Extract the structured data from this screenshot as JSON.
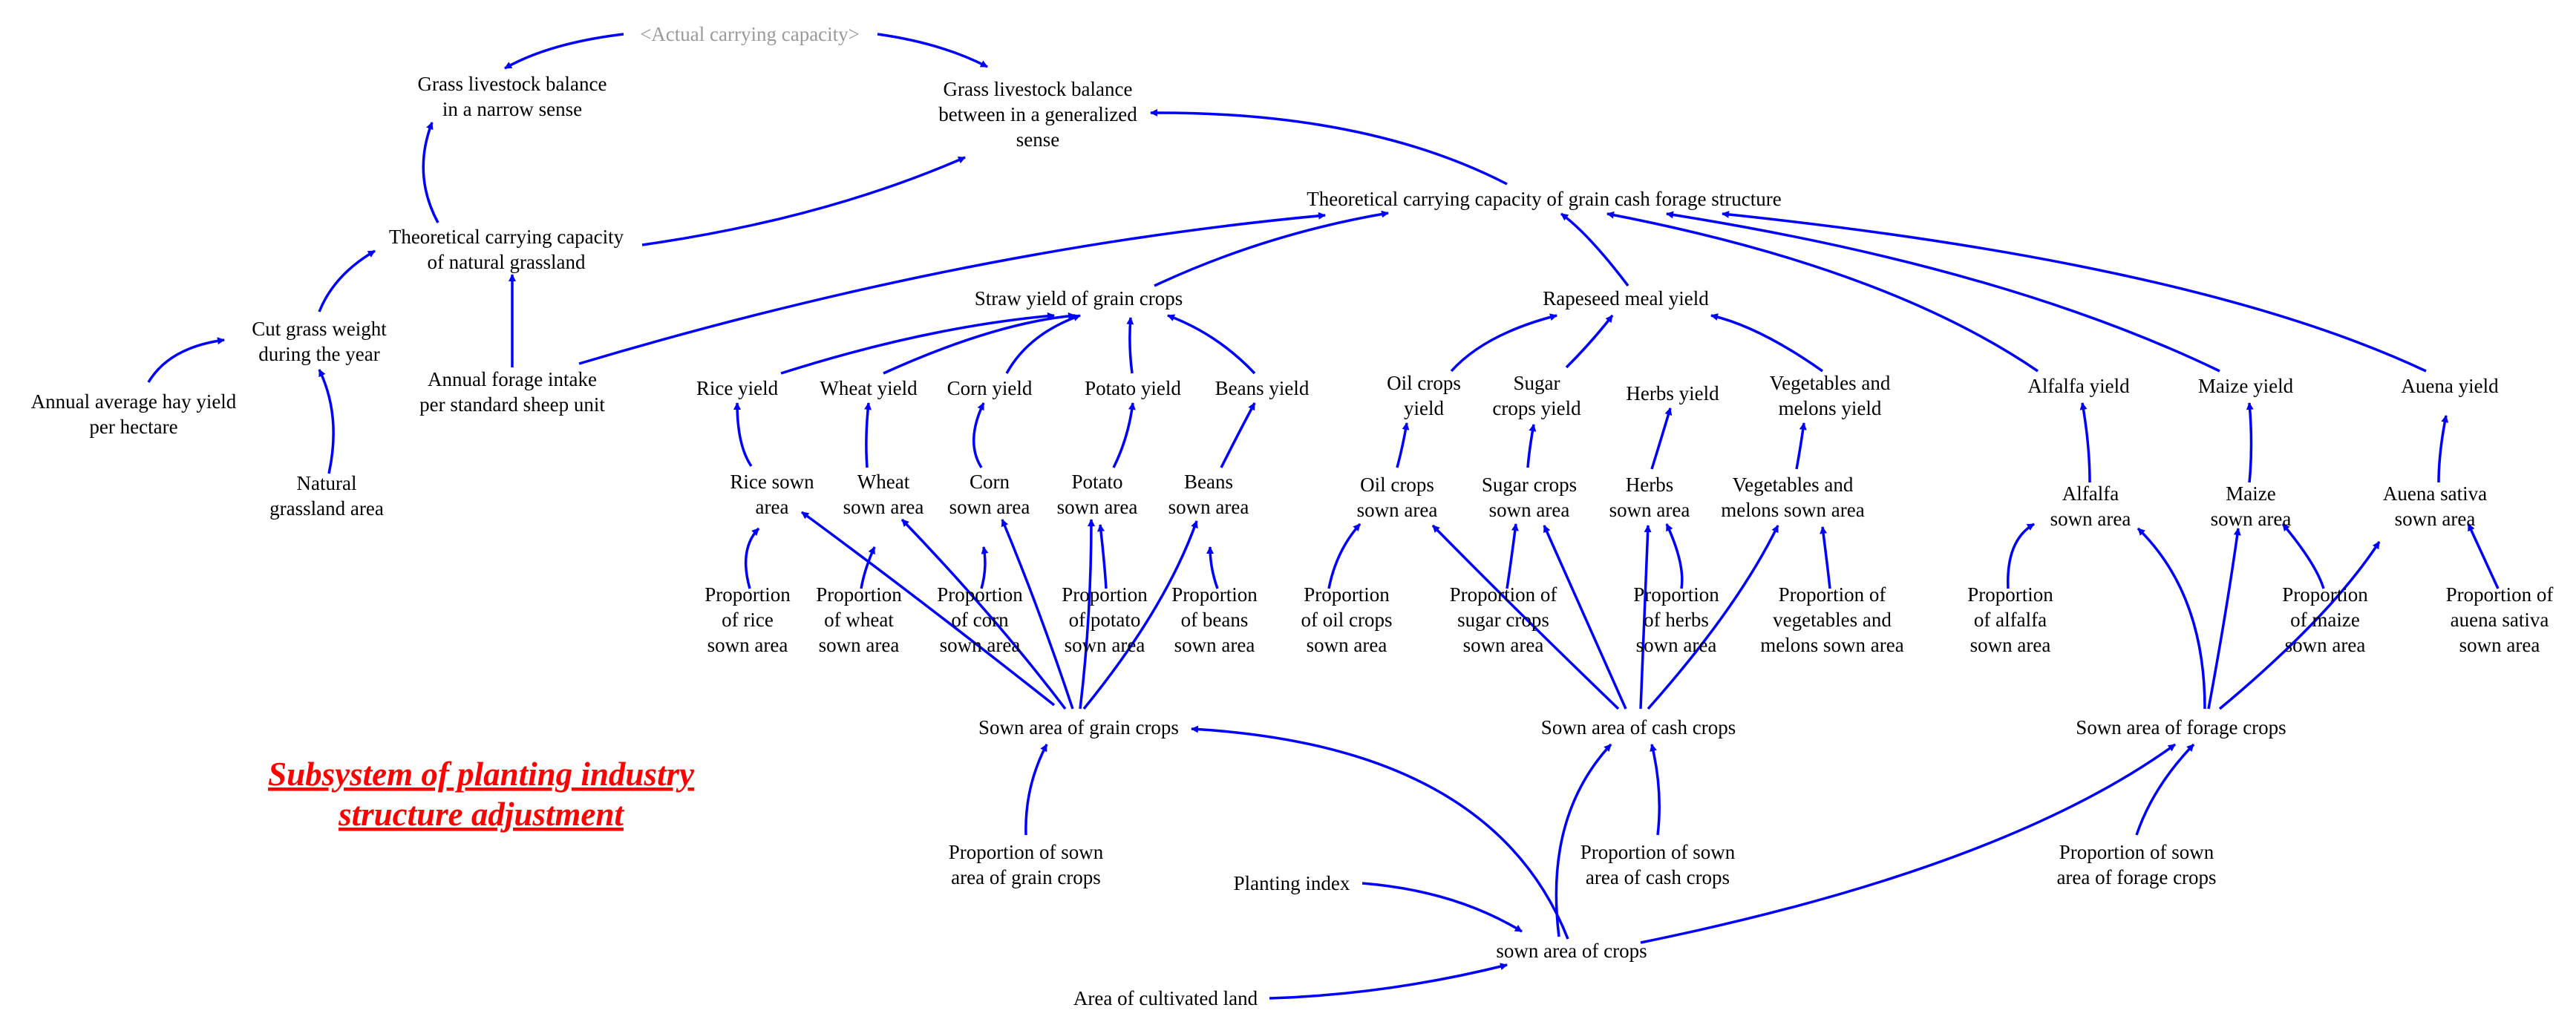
{
  "diagram_title": [
    "Subsystem of planting industry",
    "structure adjustment"
  ],
  "colors": {
    "arrow": "#0000ff",
    "title": "#ff0000",
    "text": "#000000",
    "shadow_variable": "#9a9a9a"
  },
  "nodes": {
    "actual_carrying_capacity": [
      "<Actual carrying capacity>"
    ],
    "grass_balance_narrow": [
      "Grass livestock balance",
      "in a narrow sense"
    ],
    "grass_balance_general": [
      "Grass livestock balance",
      "between in a generalized",
      "sense"
    ],
    "theoretical_capacity_natural": [
      "Theoretical carrying capacity",
      "of natural grassland"
    ],
    "theoretical_capacity_structure": [
      "Theoretical carrying capacity of grain cash forage structure"
    ],
    "cut_grass_weight": [
      "Cut grass weight",
      "during the year"
    ],
    "annual_hay_yield": [
      "Annual average hay yield",
      "per hectare"
    ],
    "natural_grassland_area": [
      "Natural",
      "grassland area"
    ],
    "annual_forage_intake": [
      "Annual forage intake",
      "per standard sheep unit"
    ],
    "straw_yield": [
      "Straw yield of grain crops"
    ],
    "rapeseed_meal_yield": [
      "Rapeseed meal yield"
    ],
    "rice_yield": [
      "Rice yield"
    ],
    "wheat_yield": [
      "Wheat yield"
    ],
    "corn_yield": [
      "Corn yield"
    ],
    "potato_yield": [
      "Potato yield"
    ],
    "beans_yield": [
      "Beans yield"
    ],
    "oil_crops_yield": [
      "Oil crops",
      "yield"
    ],
    "sugar_crops_yield": [
      "Sugar",
      "crops yield"
    ],
    "herbs_yield": [
      "Herbs yield"
    ],
    "veg_melons_yield": [
      "Vegetables and",
      "melons yield"
    ],
    "alfalfa_yield": [
      "Alfalfa yield"
    ],
    "maize_yield": [
      "Maize yield"
    ],
    "auena_yield": [
      "Auena yield"
    ],
    "rice_sown_area": [
      "Rice sown",
      "area"
    ],
    "wheat_sown_area": [
      "Wheat",
      "sown area"
    ],
    "corn_sown_area": [
      "Corn",
      "sown area"
    ],
    "potato_sown_area": [
      "Potato",
      "sown area"
    ],
    "beans_sown_area": [
      "Beans",
      "sown area"
    ],
    "oil_sown_area": [
      "Oil crops",
      "sown area"
    ],
    "sugar_sown_area": [
      "Sugar crops",
      "sown area"
    ],
    "herbs_sown_area": [
      "Herbs",
      "sown area"
    ],
    "veg_sown_area": [
      "Vegetables and",
      "melons sown area"
    ],
    "alfalfa_sown_area": [
      "Alfalfa",
      "sown area"
    ],
    "maize_sown_area": [
      "Maize",
      "sown area"
    ],
    "auena_sown_area": [
      "Auena sativa",
      "sown area"
    ],
    "prop_rice": [
      "Proportion",
      "of rice",
      "sown area"
    ],
    "prop_wheat": [
      "Proportion",
      "of wheat",
      "sown area"
    ],
    "prop_corn": [
      "Proportion",
      "of corn",
      "sown area"
    ],
    "prop_potato": [
      "Proportion",
      "of potato",
      "sown area"
    ],
    "prop_beans": [
      "Proportion",
      "of beans",
      "sown area"
    ],
    "prop_oil": [
      "Proportion",
      "of oil crops",
      "sown area"
    ],
    "prop_sugar": [
      "Proportion of",
      "sugar crops",
      "sown area"
    ],
    "prop_herbs": [
      "Proportion",
      "of herbs",
      "sown area"
    ],
    "prop_veg": [
      "Proportion of",
      "vegetables and",
      "melons sown area"
    ],
    "prop_alfalfa": [
      "Proportion",
      "of alfalfa",
      "sown area"
    ],
    "prop_maize": [
      "Proportion",
      "of maize",
      "sown area"
    ],
    "prop_auena": [
      "Proportion of",
      "auena sativa",
      "sown area"
    ],
    "sown_grain": [
      "Sown area of grain crops"
    ],
    "sown_cash": [
      "Sown area of cash crops"
    ],
    "sown_forage": [
      "Sown area of forage crops"
    ],
    "prop_grain": [
      "Proportion of sown",
      "area of grain crops"
    ],
    "prop_cash": [
      "Proportion of sown",
      "area of cash crops"
    ],
    "prop_forage": [
      "Proportion of sown",
      "area of forage crops"
    ],
    "planting_index": [
      "Planting index"
    ],
    "sown_area_crops": [
      "sown area of crops"
    ],
    "cultivated_land": [
      "Area of cultivated land"
    ]
  }
}
